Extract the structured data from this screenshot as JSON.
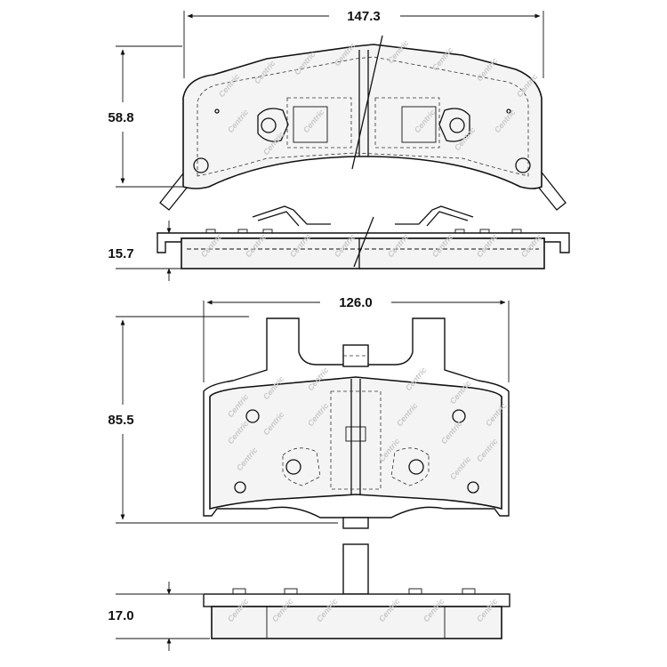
{
  "dimensions": {
    "top_width": "147.3",
    "top_height": "58.8",
    "top_thickness": "15.7",
    "bottom_width": "126.0",
    "bottom_height": "85.5",
    "bottom_thickness": "17.0"
  },
  "watermark": "Centric",
  "colors": {
    "line": "#111111",
    "pad_fill": "#f4f4f4",
    "watermark": "#c8c8c8"
  }
}
